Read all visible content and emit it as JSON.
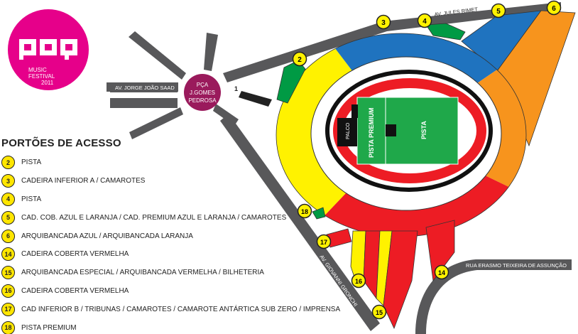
{
  "logo": {
    "word": "pop",
    "line1": "MUSIC",
    "line2": "FESTIVAL",
    "line3": "2011"
  },
  "colors": {
    "pink": "#e6008a",
    "plaza": "#9a1a5c",
    "road": "#58585a",
    "blue": "#1f73bf",
    "yellow": "#fff200",
    "orange": "#f7941d",
    "red": "#ed1c24",
    "green": "#009a44",
    "field": "#1fa84a"
  },
  "streets": {
    "jorge": "AV. JORGE JOÃO SAAD",
    "jules": "AV. JULES RIMET",
    "giovanni": "AV. GIOVANNI GRONCHI",
    "erasmo": "RUA ERASMO TEIXEIRA DE ASSUNÇÃO"
  },
  "plaza": {
    "l1": "PÇA",
    "l2": "J.GOMES",
    "l3": "PEDROSA"
  },
  "stadium": {
    "stage": "PALCO",
    "premium": "PISTA PREMIUM",
    "pista": "PISTA"
  },
  "gates_on_map": {
    "g1": "1",
    "g2": "2",
    "g3": "3",
    "g4": "4",
    "g5": "5",
    "g6": "6",
    "g14": "14",
    "g15": "15",
    "g16": "16",
    "g17": "17",
    "g18": "18"
  },
  "legend": {
    "title": "PORTÕES DE ACESSO",
    "items": [
      {
        "gate": "2",
        "text": "PISTA"
      },
      {
        "gate": "3",
        "text": "CADEIRA INFERIOR A / CAMAROTES"
      },
      {
        "gate": "4",
        "text": "PISTA"
      },
      {
        "gate": "5",
        "text": "CAD. COB. AZUL E LARANJA / CAD. PREMIUM AZUL E LARANJA / CAMAROTES"
      },
      {
        "gate": "6",
        "text": "ARQUIBANCADA AZUL / ARQUIBANCADA LARANJA"
      },
      {
        "gate": "14",
        "text": "CADEIRA COBERTA VERMELHA"
      },
      {
        "gate": "15",
        "text": "ARQUIBANCADA ESPECIAL / ARQUIBANCADA VERMELHA / BILHETERIA"
      },
      {
        "gate": "16",
        "text": "CADEIRA COBERTA VERMELHA"
      },
      {
        "gate": "17",
        "text": "CAD INFERIOR B / TRIBUNAS / CAMAROTES / CAMAROTE ANTÁRTICA SUB ZERO / IMPRENSA"
      },
      {
        "gate": "18",
        "text": "PISTA PREMIUM"
      }
    ]
  }
}
